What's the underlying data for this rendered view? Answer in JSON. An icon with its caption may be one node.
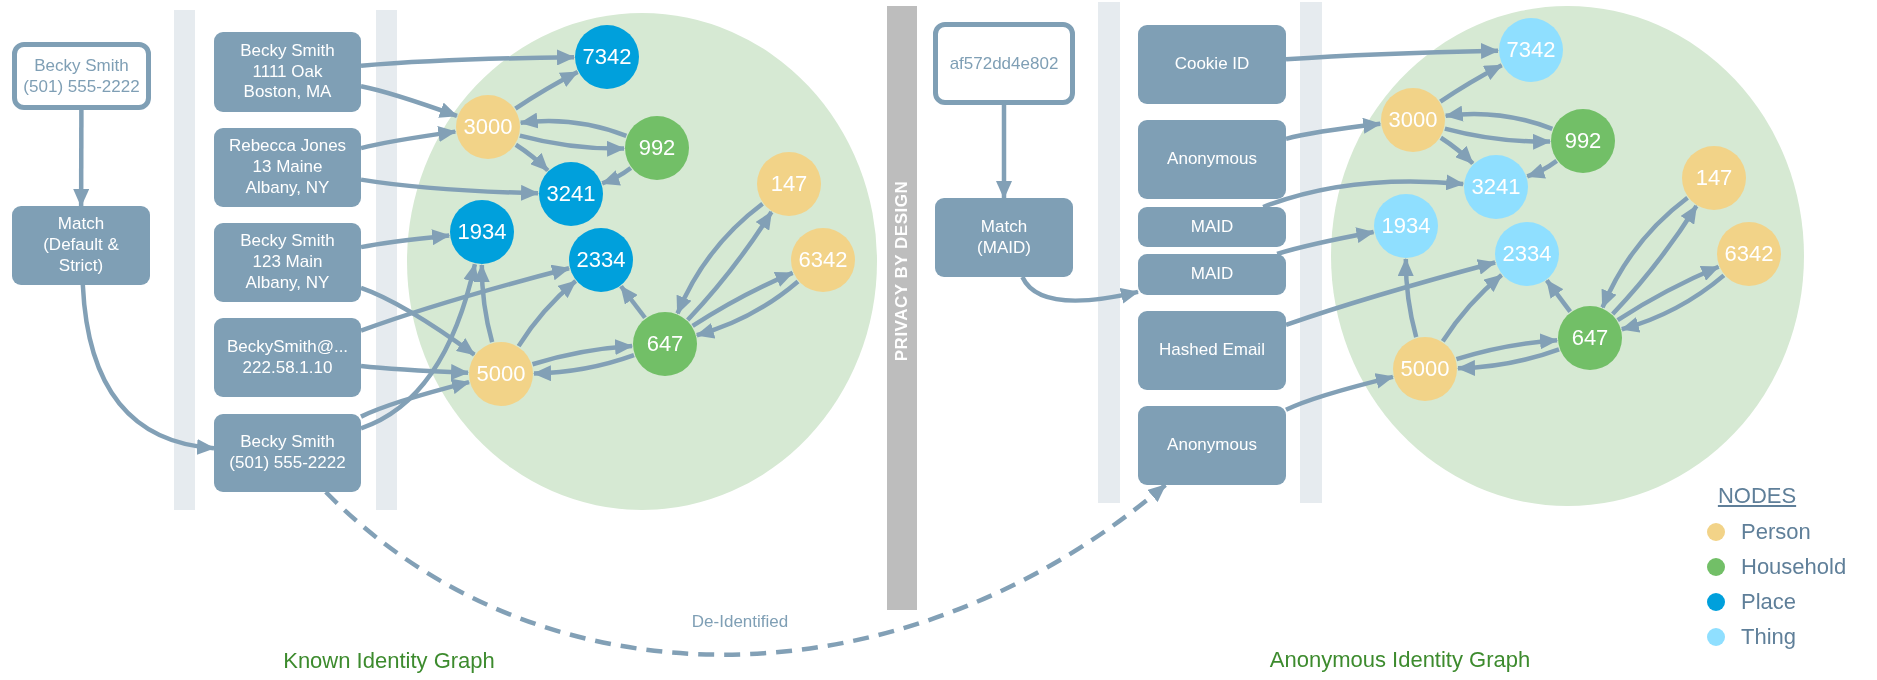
{
  "diagram": {
    "nodes": [
      {
        "text": [
          "Becky Smith (501) 555-2222"
        ]
      },
      {
        "text": [
          "Match (Default & Strict)"
        ]
      },
      {
        "text": [
          "Becky Smith 1111 Oak Boston, MA"
        ]
      },
      {
        "text": [
          "Rebecca Jones 13 Maine Albany, NY"
        ]
      },
      {
        "text": [
          "Becky Smith 123 Main Albany, NY"
        ]
      },
      {
        "text": [
          "BeckySmith@... 222.58.1.10"
        ]
      },
      {
        "text": [
          "Becky Smith (501) 555-2222"
        ]
      },
      {
        "text": [],
        "shape": "circle"
      },
      {
        "text": [
          "7342"
        ],
        "in": 7
      },
      {
        "text": [
          "3000"
        ],
        "in": 7
      },
      {
        "text": [
          "992"
        ],
        "in": 7
      },
      {
        "text": [
          "3241"
        ],
        "in": 7
      },
      {
        "text": [
          "1934"
        ],
        "in": 7
      },
      {
        "text": [
          "2334"
        ],
        "in": 7
      },
      {
        "text": [
          "147"
        ],
        "in": 7
      },
      {
        "text": [
          "6342"
        ],
        "in": 7
      },
      {
        "text": [
          "647"
        ],
        "in": 7
      },
      {
        "text": [
          "5000"
        ],
        "in": 7
      },
      {
        "text": [
          "PRIVACY BY DESIGN"
        ]
      },
      {
        "text": [
          "af572dd4e802"
        ]
      },
      {
        "text": [
          "Match (MAID)"
        ]
      },
      {
        "text": [
          "Cookie ID"
        ]
      },
      {
        "text": [
          "Anonymous"
        ]
      },
      {
        "text": [
          "MAID"
        ]
      },
      {
        "text": [
          "MAID"
        ]
      },
      {
        "text": [
          "Hashed Email"
        ]
      },
      {
        "text": [
          "Anonymous"
        ]
      },
      {
        "text": [],
        "shape": "circle"
      },
      {
        "text": [
          "7342"
        ],
        "in": 27
      },
      {
        "text": [
          "3000"
        ],
        "in": 27
      },
      {
        "text": [
          "992"
        ],
        "in": 27
      },
      {
        "text": [
          "3241"
        ],
        "in": 27
      },
      {
        "text": [
          "1934"
        ],
        "in": 27
      },
      {
        "text": [
          "2334"
        ],
        "in": 27
      },
      {
        "text": [
          "147"
        ],
        "in": 27
      },
      {
        "text": [
          "6342"
        ],
        "in": 27
      },
      {
        "text": [
          "647"
        ],
        "in": 27
      },
      {
        "text": [
          "5000"
        ],
        "in": 27
      }
    ],
    "edges": [
      {
        "from": 0,
        "to": 1,
        "arrow": "to"
      },
      {
        "from": 1,
        "to": 6,
        "arrow": "to"
      },
      {
        "from": 2,
        "to": 8,
        "arrow": "to"
      },
      {
        "from": 2,
        "to": 9,
        "arrow": "to"
      },
      {
        "from": 3,
        "to": 9,
        "arrow": "to"
      },
      {
        "from": 3,
        "to": 11,
        "arrow": "to"
      },
      {
        "from": 4,
        "to": 12,
        "arrow": "to"
      },
      {
        "from": 4,
        "to": 17,
        "arrow": "to"
      },
      {
        "from": 5,
        "to": 13,
        "arrow": "to"
      },
      {
        "from": 5,
        "to": 17,
        "arrow": "to"
      },
      {
        "from": 6,
        "to": 12,
        "arrow": "to"
      },
      {
        "from": 6,
        "to": 17,
        "arrow": "to"
      },
      {
        "from": 9,
        "to": 8,
        "arrow": "to"
      },
      {
        "from": 10,
        "to": 9,
        "arrow": "to"
      },
      {
        "from": 9,
        "to": 10,
        "arrow": "to"
      },
      {
        "from": 9,
        "to": 11,
        "arrow": "to"
      },
      {
        "from": 10,
        "to": 11,
        "arrow": "to"
      },
      {
        "from": 17,
        "to": 12,
        "arrow": "to"
      },
      {
        "from": 17,
        "to": 13,
        "arrow": "to"
      },
      {
        "from": 17,
        "to": 16,
        "arrow": "to"
      },
      {
        "from": 16,
        "to": 17,
        "arrow": "to"
      },
      {
        "from": 16,
        "to": 13,
        "arrow": "to"
      },
      {
        "from": 14,
        "to": 16,
        "arrow": "to"
      },
      {
        "from": 16,
        "to": 14,
        "arrow": "to"
      },
      {
        "from": 16,
        "to": 15,
        "arrow": "to"
      },
      {
        "from": 15,
        "to": 16,
        "arrow": "to"
      },
      {
        "from": 6,
        "to": 26,
        "arrow": "to",
        "label": "De-Identified",
        "style": "dashed"
      },
      {
        "from": 19,
        "to": 20,
        "arrow": "to"
      },
      {
        "from": 20,
        "to": 24,
        "arrow": "to"
      },
      {
        "from": 21,
        "to": 28,
        "arrow": "to"
      },
      {
        "from": 22,
        "to": 29,
        "arrow": "to"
      },
      {
        "from": 23,
        "to": 31,
        "arrow": "to"
      },
      {
        "from": 24,
        "to": 32,
        "arrow": "to"
      },
      {
        "from": 25,
        "to": 33,
        "arrow": "to"
      },
      {
        "from": 26,
        "to": 37,
        "arrow": "to"
      },
      {
        "from": 29,
        "to": 28,
        "arrow": "to"
      },
      {
        "from": 30,
        "to": 29,
        "arrow": "to"
      },
      {
        "from": 29,
        "to": 30,
        "arrow": "to"
      },
      {
        "from": 29,
        "to": 31,
        "arrow": "to"
      },
      {
        "from": 30,
        "to": 31,
        "arrow": "to"
      },
      {
        "from": 37,
        "to": 32,
        "arrow": "to"
      },
      {
        "from": 37,
        "to": 33,
        "arrow": "to"
      },
      {
        "from": 37,
        "to": 36,
        "arrow": "to"
      },
      {
        "from": 36,
        "to": 37,
        "arrow": "to"
      },
      {
        "from": 36,
        "to": 33,
        "arrow": "to"
      },
      {
        "from": 34,
        "to": 36,
        "arrow": "to"
      },
      {
        "from": 36,
        "to": 34,
        "arrow": "to"
      },
      {
        "from": 36,
        "to": 35,
        "arrow": "to"
      },
      {
        "from": 35,
        "to": 36,
        "arrow": "to"
      }
    ],
    "labels": [
      "Known Identity Graph",
      "Anonymous Identity Graph",
      "NODES"
    ],
    "legend": [
      {
        "text": "Person",
        "color": "#f2d388"
      },
      {
        "text": "Household",
        "color": "#72bf67"
      },
      {
        "text": "Place",
        "color": "#00a0dc"
      },
      {
        "text": "Thing",
        "color": "#8fdfff"
      }
    ]
  }
}
